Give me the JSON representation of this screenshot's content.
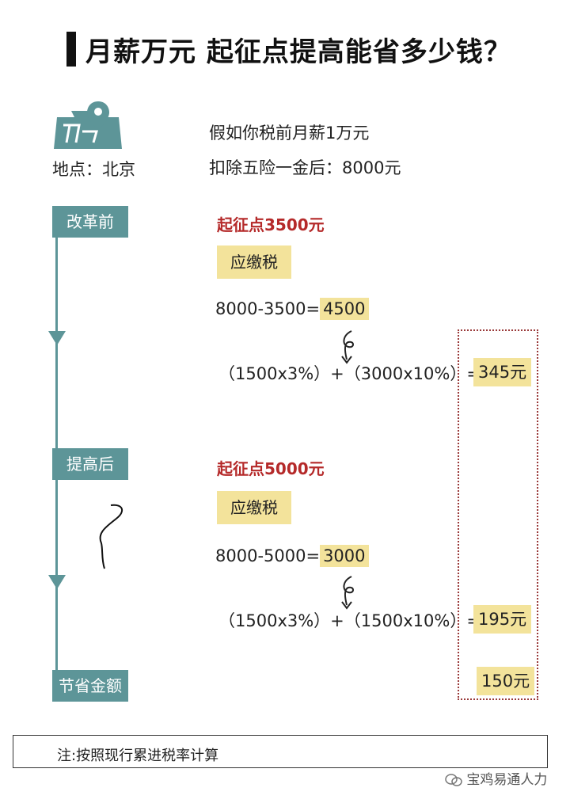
{
  "title": "月薪万元 起征点提高能省多少钱？",
  "location": "地点：北京",
  "intro": {
    "line1": "假如你税前月薪1万元",
    "line2": "扣除五险一金后：8000元"
  },
  "before": {
    "stage": "改革前",
    "threshold": "起征点3500元",
    "tag": "应缴税",
    "formula_expr": "8000-3500=",
    "formula_result": "4500",
    "tax_expr": "（1500x3%）+（3000x10%）=",
    "tax_result": "345元"
  },
  "after": {
    "stage": "提高后",
    "threshold": "起征点5000元",
    "tag": "应缴税",
    "formula_expr": "8000-5000=",
    "formula_result": "3000",
    "tax_expr": "（1500x3%）+（1500x10%）=",
    "tax_result": "195元"
  },
  "savings": {
    "stage": "节省金额",
    "value": "150元"
  },
  "note": "注:按照现行累进税率计算",
  "watermark": "宝鸡易通人力",
  "colors": {
    "teal": "#5d9598",
    "highlight": "#f3e39b",
    "red": "#b52a2a"
  }
}
